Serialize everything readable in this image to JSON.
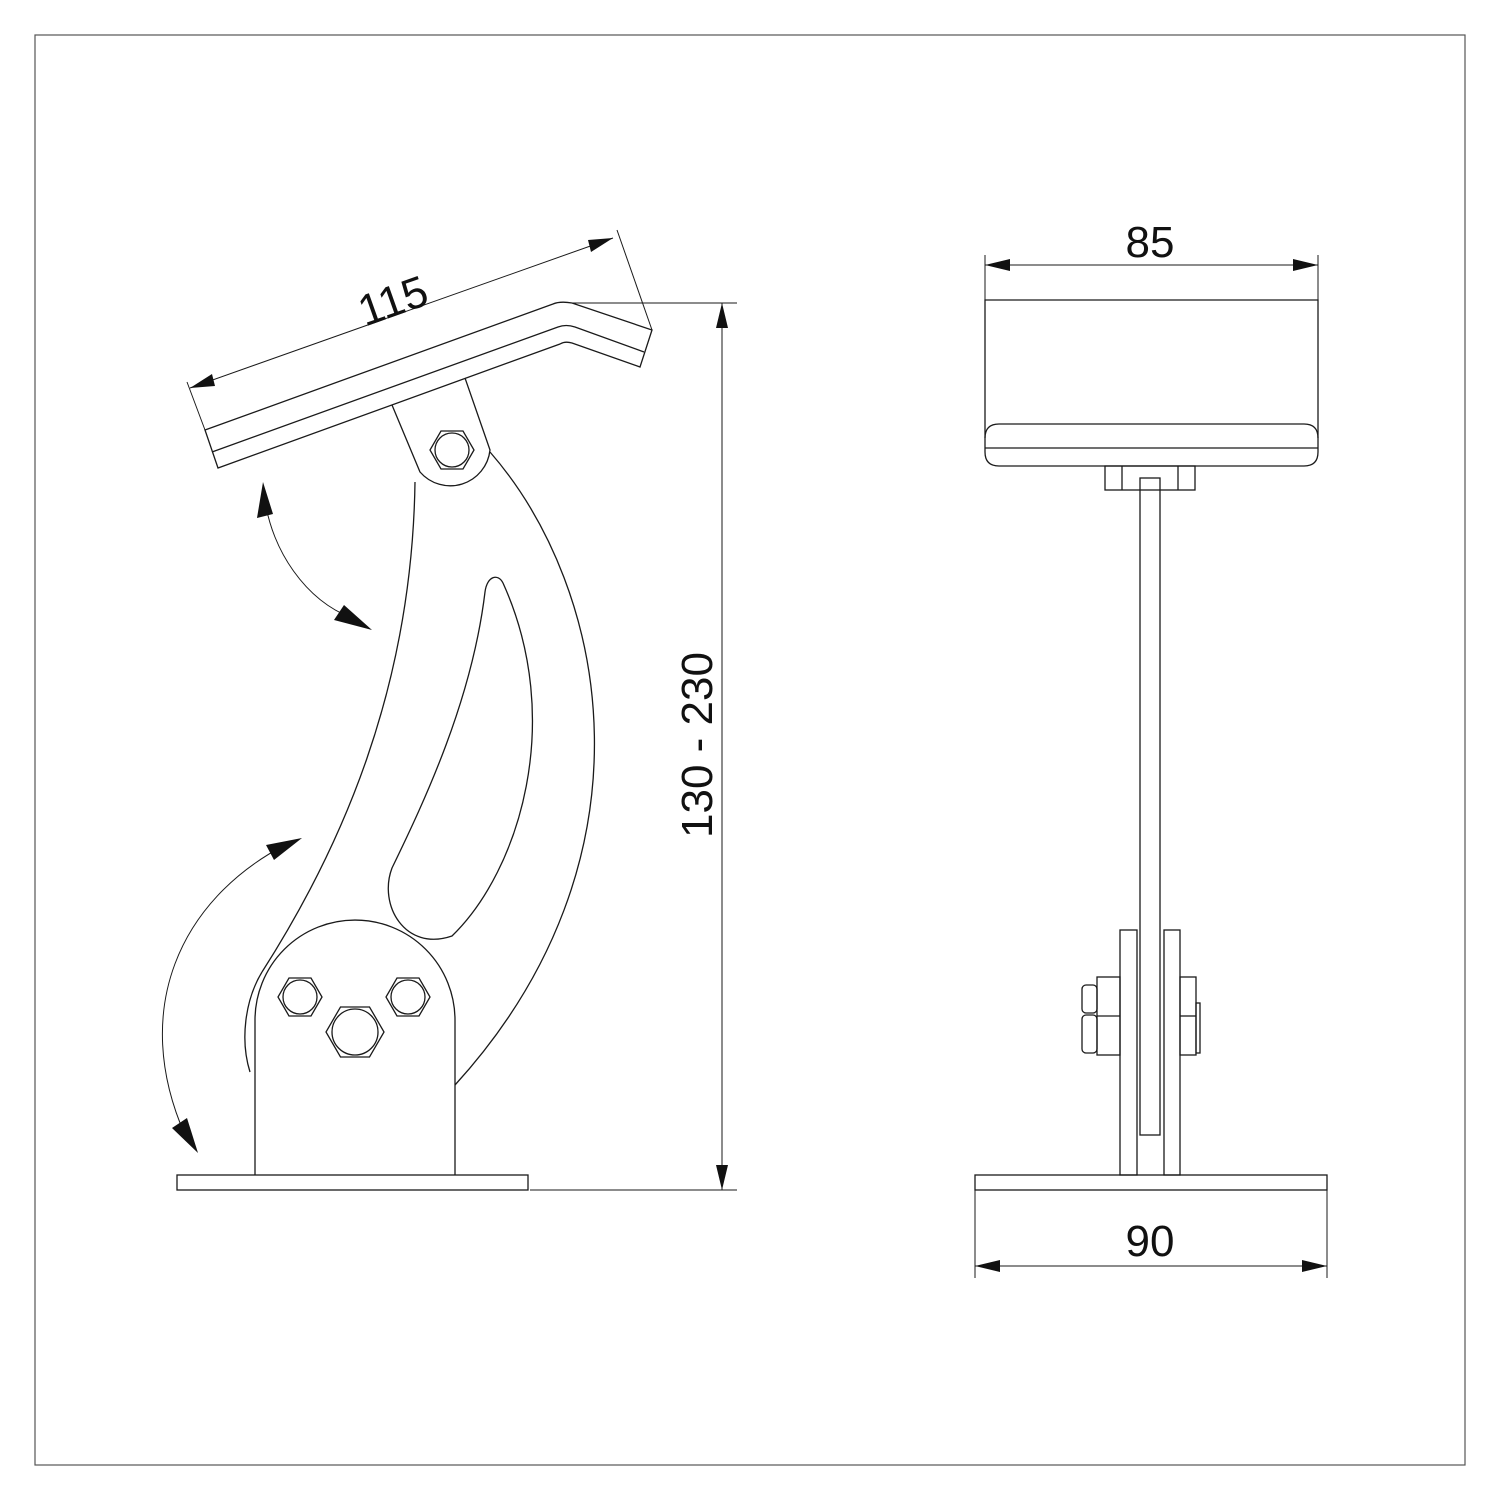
{
  "drawing": {
    "side_view": {
      "platform_length_label": "115",
      "height_range_label": "130 - 230"
    },
    "front_view": {
      "top_width_label": "85",
      "base_width_label": "90"
    },
    "line_color": "#1a1a1a",
    "background": "#ffffff"
  }
}
